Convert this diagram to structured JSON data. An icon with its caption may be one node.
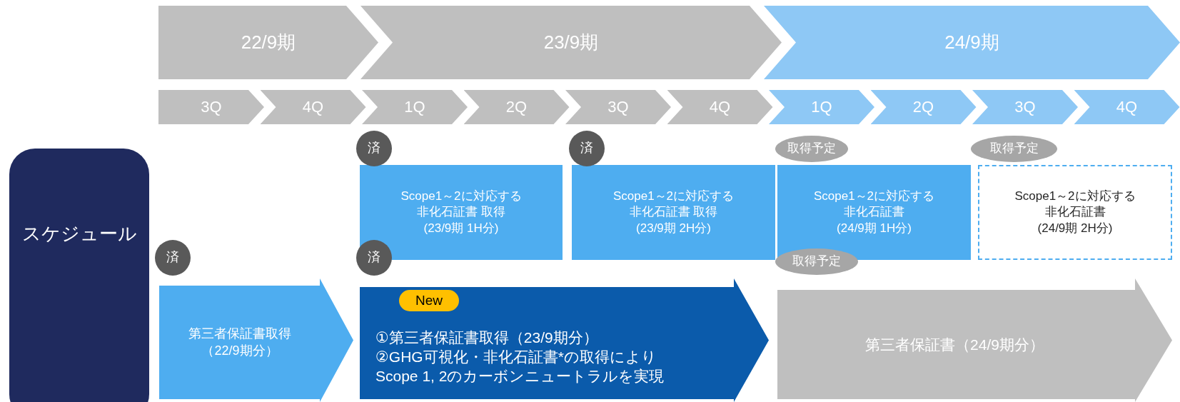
{
  "diagram": {
    "nodes": [
      {
        "text": [
          "22/9期"
        ]
      },
      {
        "text": [
          "23/9期"
        ]
      },
      {
        "text": [
          "24/9期"
        ]
      },
      {
        "text": [
          "3Q"
        ]
      },
      {
        "text": [
          "4Q"
        ]
      },
      {
        "text": [
          "1Q"
        ]
      },
      {
        "text": [
          "2Q"
        ]
      },
      {
        "text": [
          "3Q"
        ]
      },
      {
        "text": [
          "4Q"
        ]
      },
      {
        "text": [
          "1Q"
        ]
      },
      {
        "text": [
          "2Q"
        ]
      },
      {
        "text": [
          "3Q"
        ]
      },
      {
        "text": [
          "4Q"
        ]
      },
      {
        "text": [
          "スケジュール"
        ]
      },
      {
        "text": [
          "済"
        ]
      },
      {
        "text": [
          "済"
        ]
      },
      {
        "text": [
          "取得予定"
        ]
      },
      {
        "text": [
          "取得予定"
        ]
      },
      {
        "text": [
          "Scope1～2に対応する非化石証書 取得 (23/9期 1H分)"
        ]
      },
      {
        "text": [
          "Scope1～2に対応する非化石証書 取得 (23/9期 2H分)"
        ]
      },
      {
        "text": [
          "Scope1～2に対応する非化石証書 (24/9期 1H分)"
        ]
      },
      {
        "text": [
          "Scope1～2に対応する非化石証書 (24/9期 2H分)"
        ]
      },
      {
        "text": [
          "済"
        ]
      },
      {
        "text": [
          "第三者保証書取得（22/9期分）"
        ]
      },
      {
        "text": [
          "済"
        ]
      },
      {
        "text": [
          "New"
        ],
        "in": 26
      },
      {
        "text": [
          "①第三者保証書取得（23/9期分）",
          "②GHG可視化・非化石証書*の取得により Scope 1, 2のカーボンニュートラルを実現"
        ]
      },
      {
        "text": [
          "取得予定"
        ]
      },
      {
        "text": [
          "第三者保証書（24/9期分）"
        ]
      }
    ],
    "edges": []
  }
}
